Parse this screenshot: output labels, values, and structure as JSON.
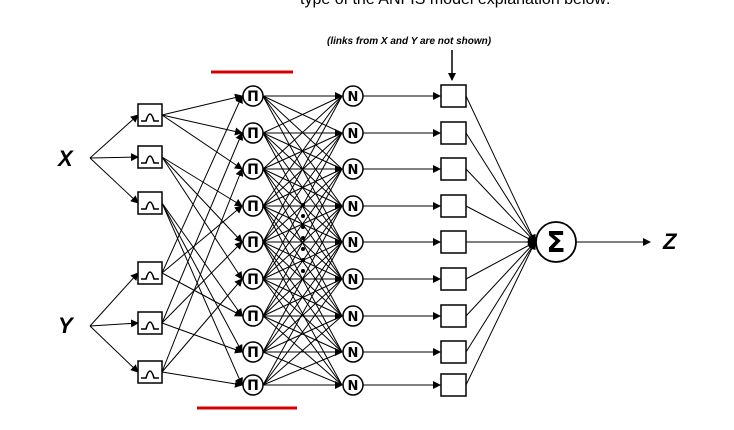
{
  "header_text": "type of the ANFIS model explanation below:",
  "inputs": [
    {
      "name": "X",
      "mf_count": 3
    },
    {
      "name": "Y",
      "mf_count": 3
    }
  ],
  "output_label": "Z",
  "annotation": "(links from X and Y are not shown)",
  "layers": {
    "rule_node_symbol": "Π",
    "norm_node_symbol": "N",
    "sum_node_symbol": "Σ",
    "rule_count": 9
  },
  "colors": {
    "ink": "#000000",
    "highlight": "#d40000"
  }
}
